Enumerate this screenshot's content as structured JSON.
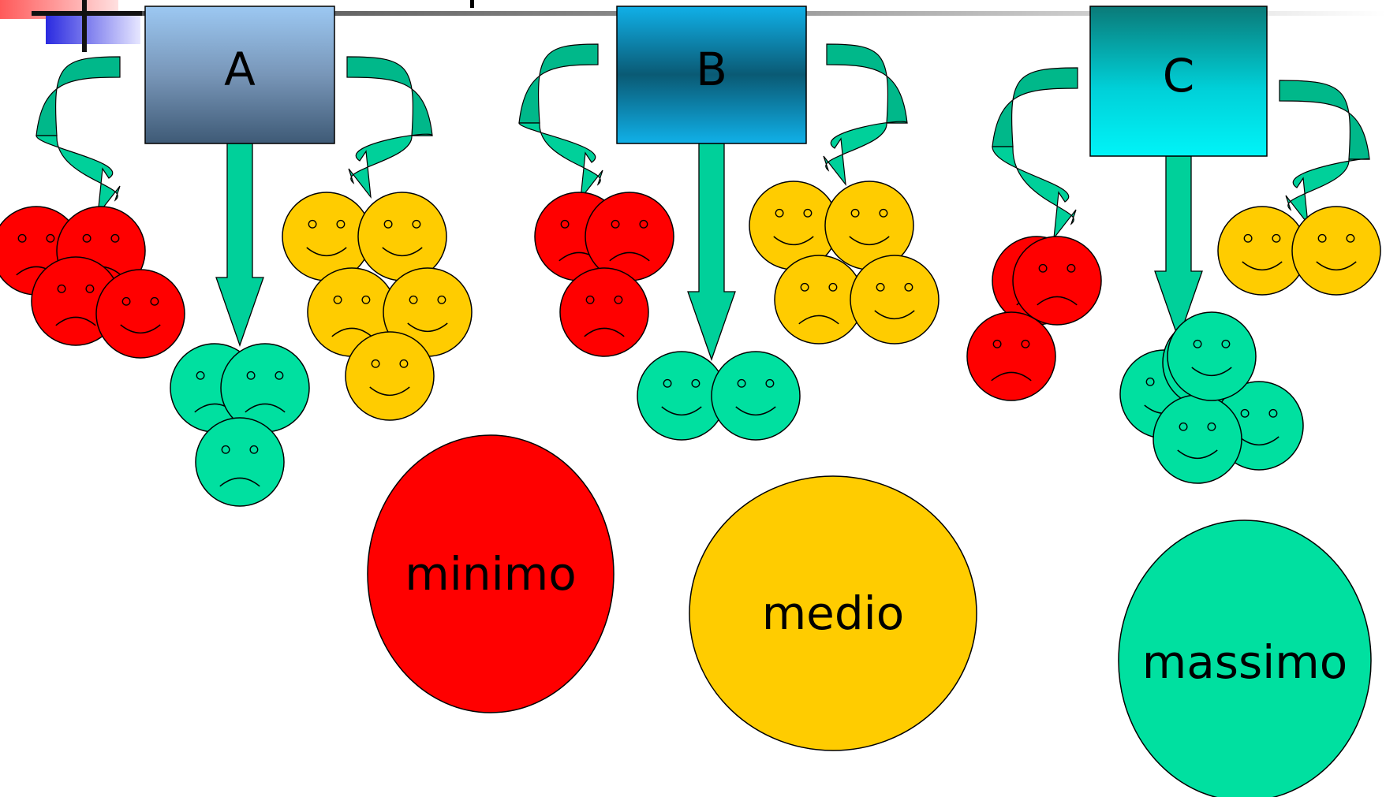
{
  "colors": {
    "red": "#ff0000",
    "yellow": "#ffcc00",
    "green": "#00e0a0",
    "arrow_green": "#00d09a",
    "curve_green": "#00b88a",
    "outline": "#000000"
  },
  "icons": [
    "smiley-face-icon",
    "frowning-face-icon",
    "down-arrow-icon",
    "curved-arrow-icon"
  ],
  "groups": [
    {
      "label": "A",
      "red": [
        "frown",
        "frown",
        "frown",
        "smile"
      ],
      "green": [
        "frown",
        "frown",
        "frown"
      ],
      "yellow": [
        "smile",
        "smile",
        "frown",
        "smile",
        "smile"
      ]
    },
    {
      "label": "B",
      "red": [
        "frown",
        "frown",
        "frown"
      ],
      "green": [
        "smile",
        "smile"
      ],
      "yellow": [
        "smile",
        "smile",
        "frown",
        "smile"
      ]
    },
    {
      "label": "C",
      "red": [
        "frown",
        "frown",
        "frown"
      ],
      "green": [
        "smile",
        "smile",
        "smile",
        "smile",
        "smile"
      ],
      "yellow": [
        "smile",
        "smile"
      ]
    }
  ],
  "levels": [
    {
      "label": "minimo",
      "color": "#ff0000"
    },
    {
      "label": "medio",
      "color": "#ffcc00"
    },
    {
      "label": "massimo",
      "color": "#00e0a0"
    }
  ]
}
